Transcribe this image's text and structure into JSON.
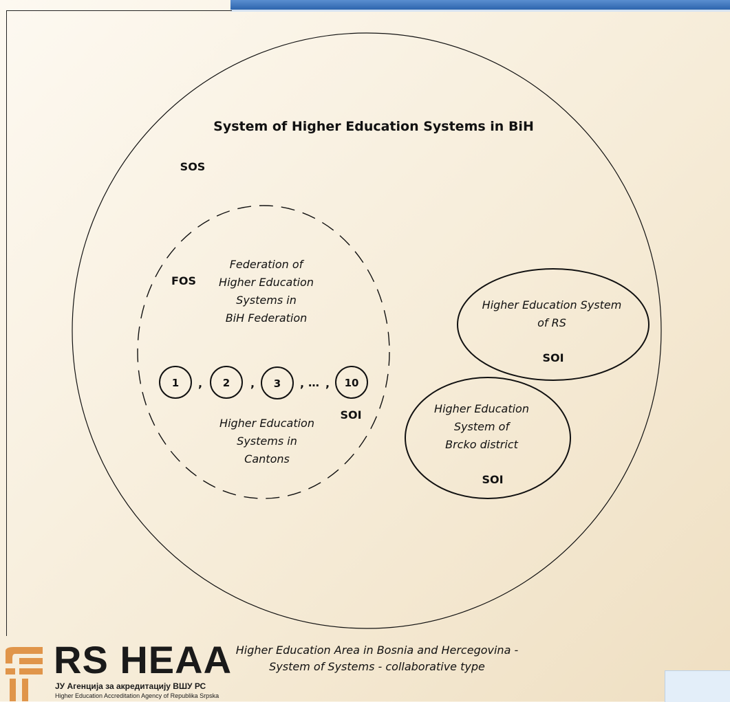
{
  "colors": {
    "background": "#f6ecd8",
    "line": "#111111",
    "top_bar": "#2d65ad",
    "logo_accent": "#e0954a",
    "corner_box": "#e3eef9"
  },
  "diagram": {
    "sos_title": "System of Higher Education Systems in BiH",
    "sos_label": "SOS",
    "federation": {
      "label": "FOS",
      "title_lines": [
        "Federation of",
        "Higher Education",
        "Systems in",
        "BiH Federation"
      ],
      "cantons": [
        "1",
        "2",
        "3",
        "10"
      ],
      "separator": ",",
      "ellipsis": "…",
      "cantons_label": "SOI",
      "cantons_text_lines": [
        "Higher Education",
        "Systems in",
        "Cantons"
      ]
    },
    "rs": {
      "title_lines": [
        "Higher Education System",
        "of RS"
      ],
      "label": "SOI"
    },
    "brcko": {
      "title_lines": [
        "Higher Education",
        "System of",
        "Brcko district"
      ],
      "label": "SOI"
    }
  },
  "caption": {
    "line1": "Higher Education Area in Bosnia and Hercegovina -",
    "line2": "System of Systems - collaborative type"
  },
  "logo": {
    "title": "RS HEAA",
    "subtitle": "ЈУ Агенција за акредитацију ВШУ РС",
    "subtitle_en": "Higher Education Accreditation Agency of Republika Srpska"
  }
}
